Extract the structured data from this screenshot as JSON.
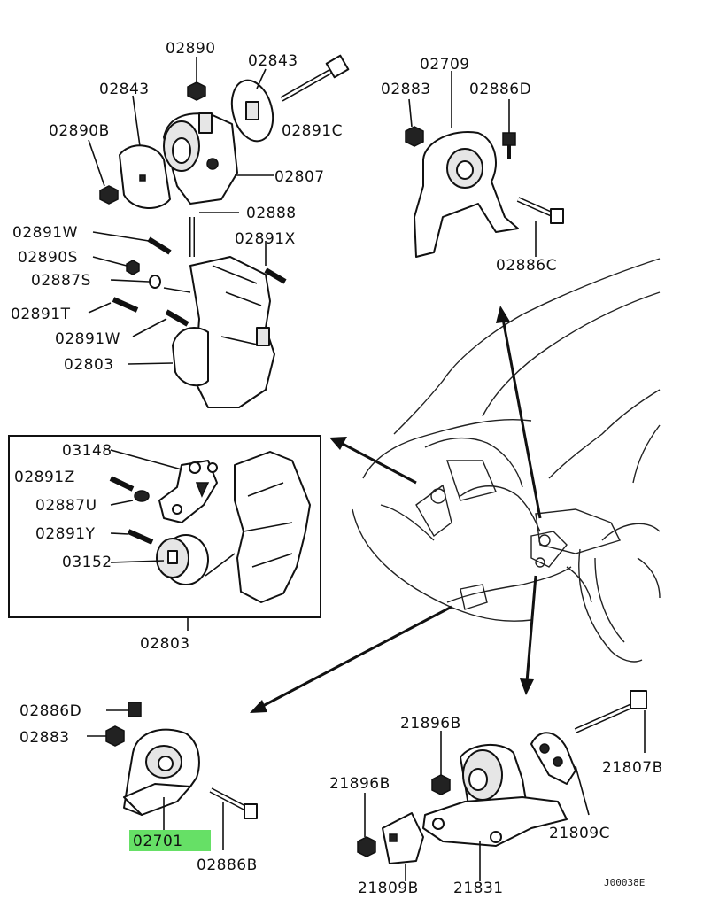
{
  "labels": {
    "p02890": "02890",
    "p02843_top": "02843",
    "p02843_left": "02843",
    "p02890B": "02890B",
    "p02891C": "02891C",
    "p02807": "02807",
    "p02888": "02888",
    "p02891W_a": "02891W",
    "p02891X": "02891X",
    "p02890S": "02890S",
    "p02887S": "02887S",
    "p02891T": "02891T",
    "p02891W_b": "02891W",
    "p02803_top": "02803",
    "p02709": "02709",
    "p02883_top": "02883",
    "p02886D_top": "02886D",
    "p02886C": "02886C",
    "p03148": "03148",
    "p02891Z": "02891Z",
    "p02887U": "02887U",
    "p02891Y": "02891Y",
    "p03152": "03152",
    "p02803_box": "02803",
    "p02886D_bot": "02886D",
    "p02883_bot": "02883",
    "p02701": "02701",
    "p02886B": "02886B",
    "p21896B_a": "21896B",
    "p21896B_b": "21896B",
    "p21807B": "21807B",
    "p21809C": "21809C",
    "p21809B": "21809B",
    "p21831": "21831",
    "diagram_code": "J00038E"
  },
  "highlight_color": "#66e066"
}
